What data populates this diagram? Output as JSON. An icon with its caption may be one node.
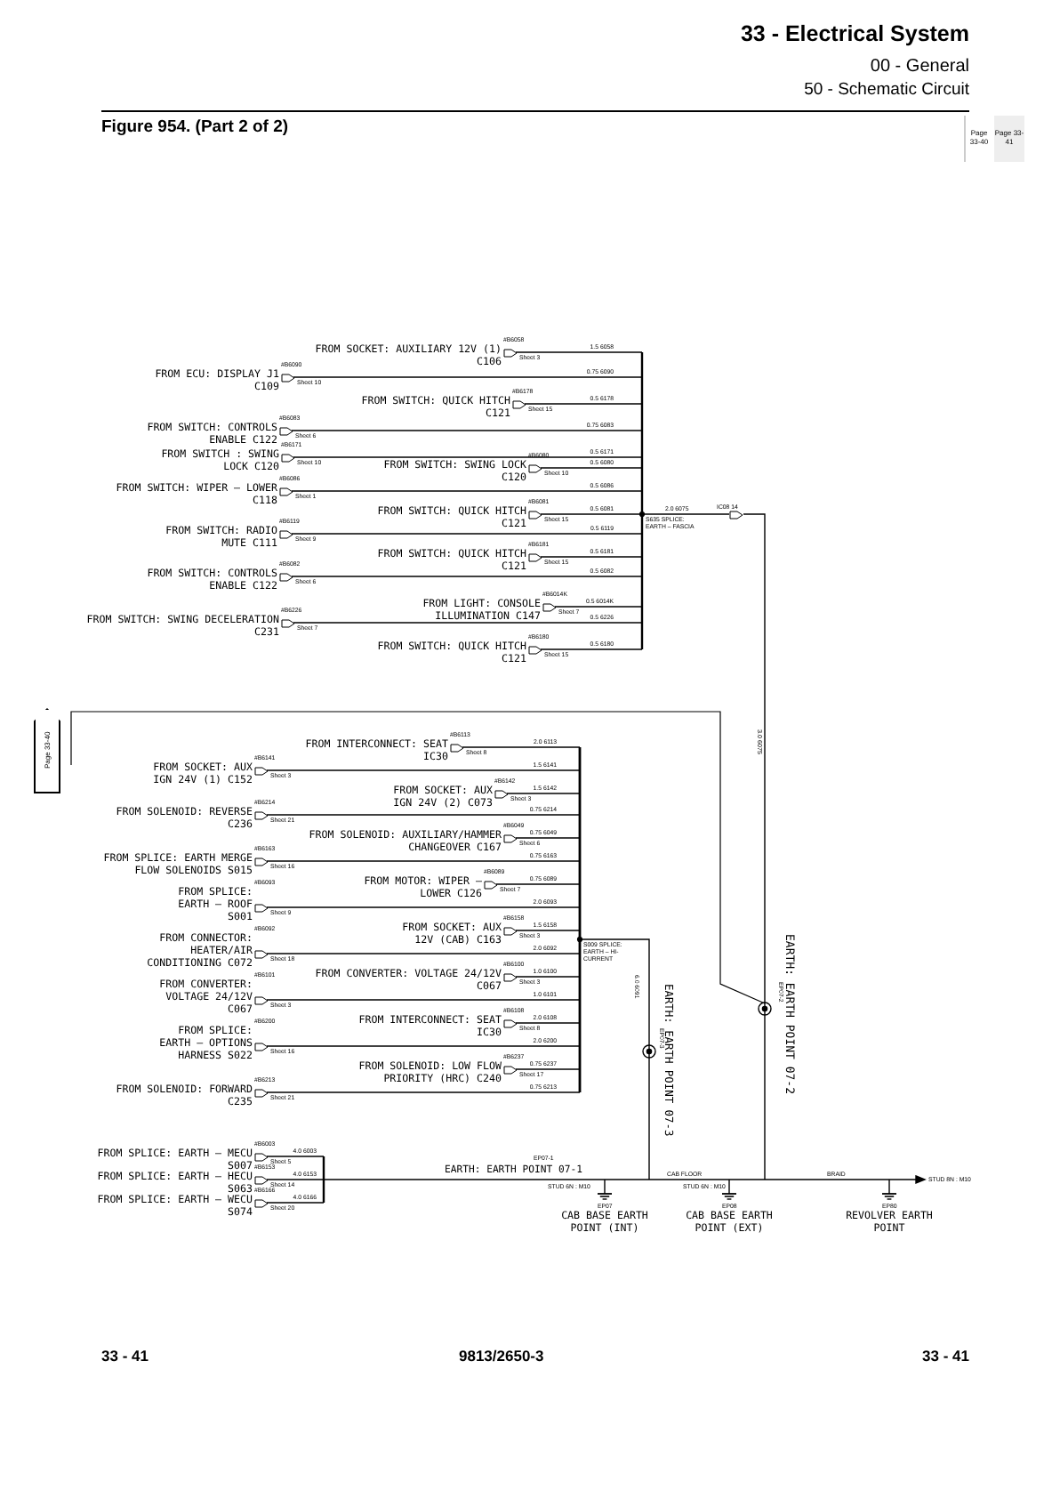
{
  "diagram": {
    "title": "Figure 954. (Part 2 of 2)",
    "labels": [
      "33 - Electrical System",
      "00 - General",
      "50 - Schematic Circuit",
      "Page 33-40",
      "Page 33-41",
      "Page 33-40",
      "#B6058",
      "FROM SOCKET: AUXILIARY 12V (1) C106",
      "Sheet 3",
      "1.5 6058",
      "#B6090",
      "FROM ECU: DISPLAY J1 C109",
      "Sheet 10",
      "0.75 6090",
      "#B6178",
      "FROM SWITCH: QUICK HITCH C121",
      "Sheet 15",
      "0.5 6178",
      "#B6083",
      "FROM SWITCH: CONTROLS ENABLE C122",
      "Sheet 6",
      "0.75 6083",
      "#B6171",
      "FROM SWITCH : SWING LOCK C120",
      "Sheet 10",
      "0.5 6171",
      "#B6080",
      "FROM SWITCH: SWING LOCK C120",
      "Sheet 10",
      "0.5 6080",
      "#B6086",
      "FROM SWITCH: WIPER – LOWER C118",
      "Sheet 1",
      "0.5 6086",
      "#B6081",
      "FROM SWITCH: QUICK HITCH C121",
      "Sheet 15",
      "0.5 6081",
      "#B6119",
      "FROM SWITCH: RADIO MUTE C111",
      "Sheet 9",
      "0.5 6119",
      "#B6181",
      "FROM SWITCH: QUICK HITCH C121",
      "Sheet 15",
      "0.5 6181",
      "#B6082",
      "FROM SWITCH: CONTROLS ENABLE C122",
      "Sheet 6",
      "0.5 6082",
      "#B6014K",
      "FROM LIGHT: CONSOLE ILLUMINATION C147",
      "Sheet 7",
      "0.5 6014K",
      "#B6226",
      "FROM SWITCH: SWING DECELERATION C231",
      "Sheet 7",
      "0.5 6226",
      "#B6180",
      "FROM SWITCH: QUICK HITCH C121",
      "Sheet 15",
      "0.5 6180",
      "S635 SPLICE: EARTH – FASCIA",
      "2.0 6075",
      "IC08 14",
      "3.0 6075",
      "EP07-2",
      "EARTH: EARTH POINT 07-2",
      "#B6113",
      "FROM INTERCONNECT: SEAT IC30",
      "Sheet 8",
      "2.0 6113",
      "#B6141",
      "FROM SOCKET: AUX IGN 24V (1) C152",
      "Sheet 3",
      "1.5 6141",
      "#B6142",
      "FROM SOCKET: AUX IGN 24V (2) C073",
      "Sheet 3",
      "1.5 6142",
      "#B6214",
      "FROM SOLENOID: REVERSE C236",
      "Sheet 21",
      "0.75 6214",
      "#B6049",
      "FROM SOLENOID: AUXILIARY/HAMMER CHANGEOVER C167",
      "Sheet 6",
      "0.75 6049",
      "#B6163",
      "FROM SPLICE: EARTH MERGE FLOW SOLENOIDS S015",
      "Sheet 16",
      "0.75 6163",
      "#B6089",
      "FROM MOTOR: WIPER – LOWER C126",
      "Sheet 7",
      "0.75 6089",
      "#B6093",
      "FROM SPLICE: EARTH – ROOF S001",
      "Sheet 9",
      "2.0 6093",
      "#B6158",
      "FROM SOCKET: AUX 12V (CAB) C163",
      "Sheet 3",
      "1.5 6158",
      "#B6092",
      "FROM CONNECTOR: HEATER/AIR CONDITIONING C072",
      "Sheet 18",
      "2.0 6092",
      "#B6100",
      "FROM CONVERTER: VOLTAGE 24/12V C067",
      "Sheet 3",
      "1.0 6100",
      "#B6101",
      "FROM CONVERTER: VOLTAGE 24/12V C067",
      "Sheet 3",
      "1.0 6101",
      "#B6108",
      "FROM INTERCONNECT: SEAT IC30",
      "Sheet 8",
      "2.0 6108",
      "#B6200",
      "FROM SPLICE: EARTH – OPTIONS HARNESS S022",
      "Sheet 16",
      "2.0 6200",
      "#B6237",
      "FROM SOLENOID: LOW FLOW PRIORITY (HRC) C240",
      "Sheet 17",
      "0.75 6237",
      "#B6213",
      "FROM SOLENOID: FORWARD C235",
      "Sheet 21",
      "0.75 6213",
      "S009 SPLICE: EARTH – HI-CURRENT",
      "6.0 6091",
      "EP07-3",
      "EARTH: EARTH POINT 07-3",
      "#B6003",
      "FROM SPLICE: EARTH – MECU S007",
      "Sheet 5",
      "4.0 6003",
      "#B6153",
      "FROM SPLICE: EARTH – HECU S063",
      "Sheet 14",
      "4.0 6153",
      "#B6166",
      "FROM SPLICE: EARTH – WECU S074",
      "Sheet 20",
      "4.0 6166",
      "EP07-1",
      "EARTH: EARTH POINT 07-1",
      "CAB FLOOR",
      "BRAID",
      "STUD 6N : M10",
      "STUD 6N : M10",
      "STUD 8N : M10",
      "EP07",
      "EP08",
      "EP80",
      "CAB BASE EARTH POINT (INT)",
      "CAB BASE EARTH POINT (EXT)",
      "REVOLVER EARTH POINT",
      "33 - 41",
      "9813/2650-3",
      "33 - 41"
    ]
  }
}
